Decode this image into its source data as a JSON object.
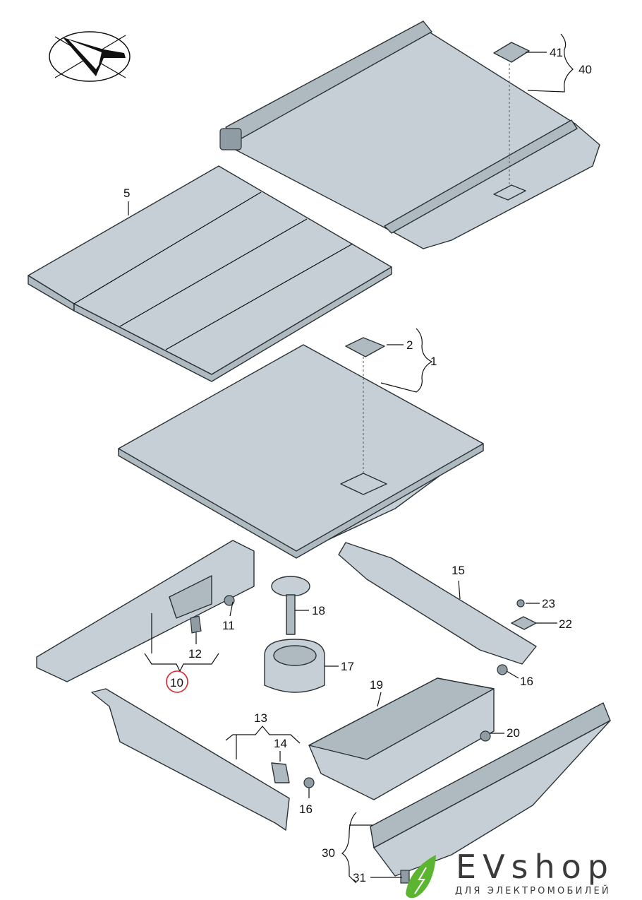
{
  "labels": {
    "p41": "41",
    "p40": "40",
    "p5": "5",
    "p2": "2",
    "p1": "1",
    "p15": "15",
    "p23": "23",
    "p22": "22",
    "p18": "18",
    "p11": "11",
    "p12": "12",
    "p10": "10",
    "p17": "17",
    "p16a": "16",
    "p19": "19",
    "p20": "20",
    "p13": "13",
    "p14": "14",
    "p16b": "16",
    "p30": "30",
    "p31": "31"
  },
  "highlight_color": "#d9262b",
  "logo": {
    "brand": "EVshop",
    "tagline": "ДЛЯ ЭЛЕКТРОМОБИЛЕЙ",
    "leaf_color": "#5cb531"
  }
}
